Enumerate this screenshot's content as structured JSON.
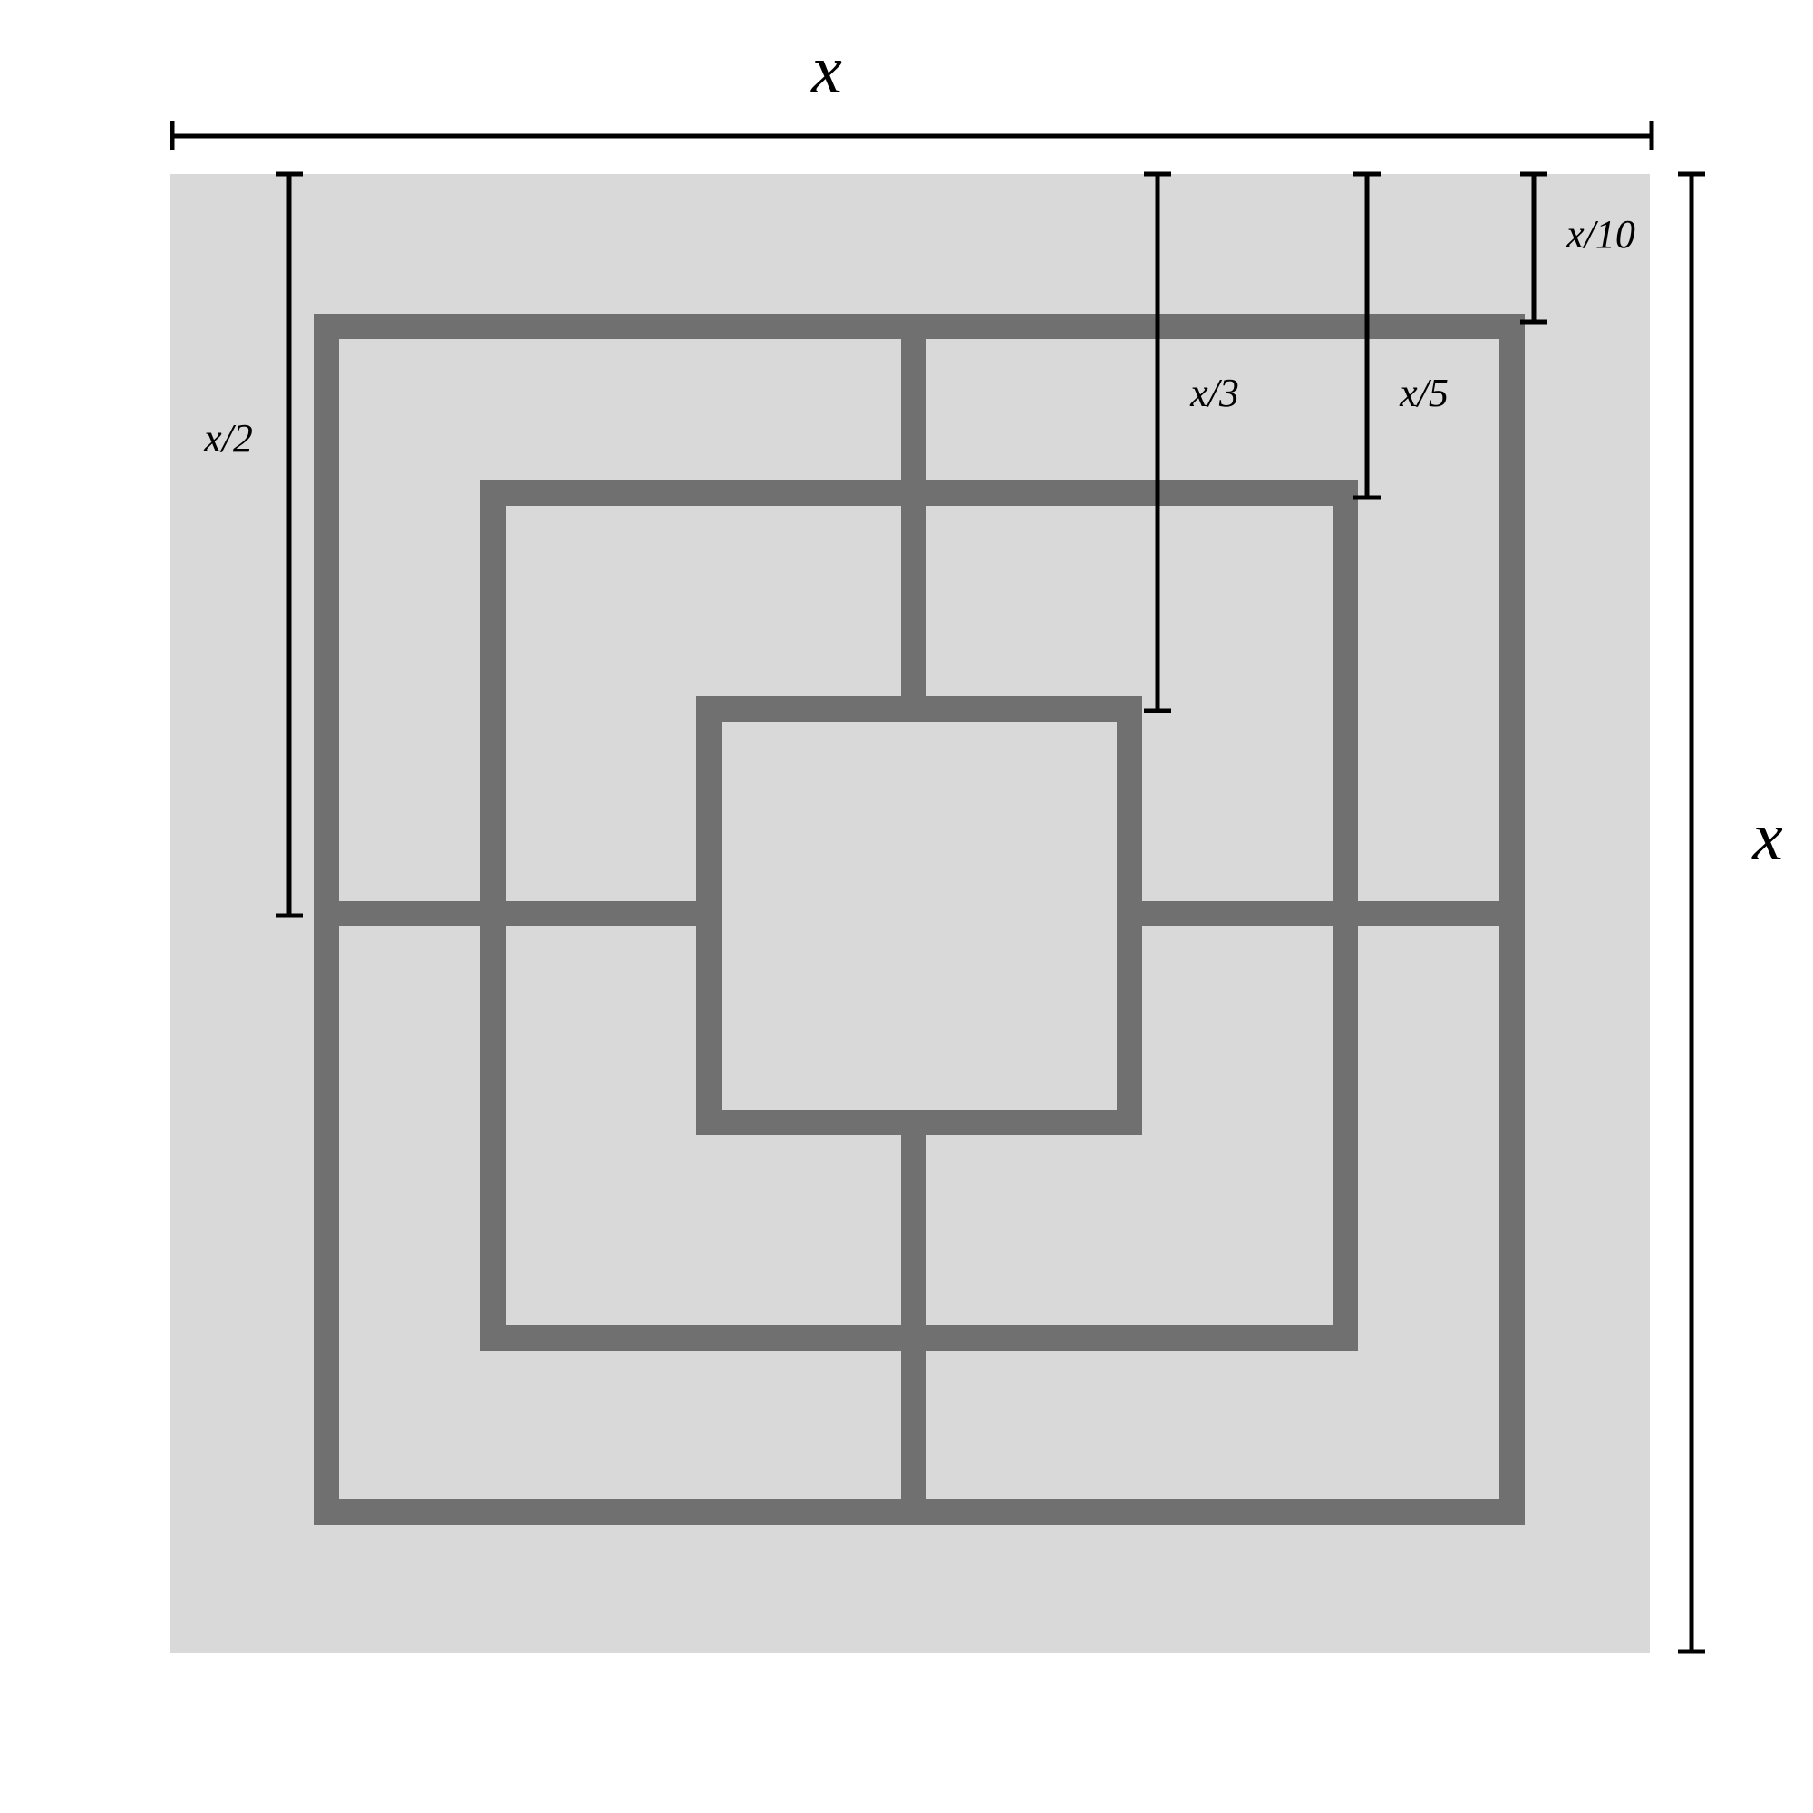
{
  "diagram": {
    "board_color": "#d9d9d9",
    "line_color": "#717071",
    "dimension_color": "#000000",
    "labels": {
      "top_width": "x",
      "right_height": "x",
      "half": "x/2",
      "third": "x/3",
      "fifth": "x/5",
      "tenth": "x/10"
    }
  }
}
